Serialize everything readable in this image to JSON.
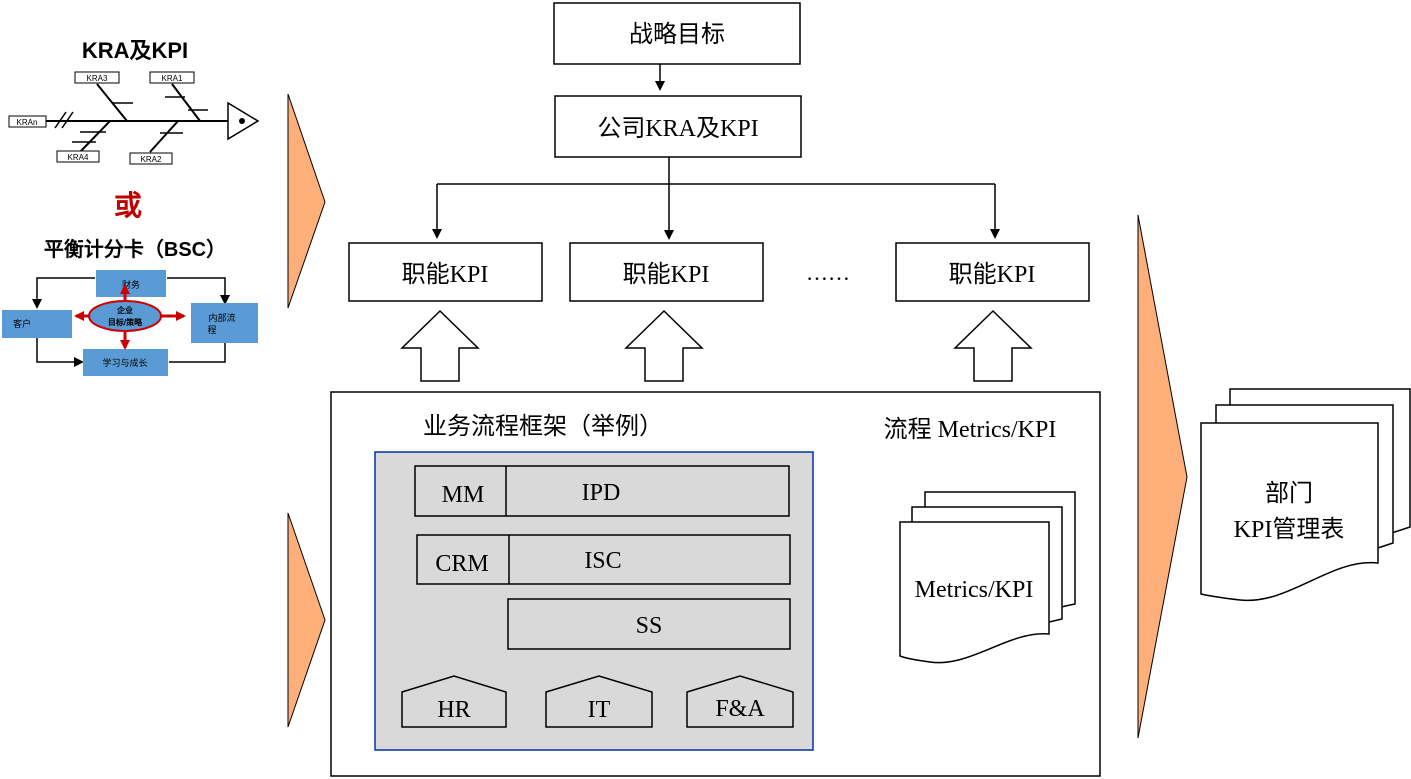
{
  "left_panel": {
    "fishbone_title": "KRA及KPI",
    "kra_labels": [
      "KRA3",
      "KRA1",
      "KRAn",
      "KRA4",
      "KRA2"
    ],
    "or_text": "或",
    "bsc_title": "平衡计分卡（BSC）",
    "bsc": {
      "finance": "财务",
      "customer": "客户",
      "center_line1": "企业",
      "center_line2": "目标/策略",
      "internal_line1": "内部流",
      "internal_line2": "程",
      "learning": "学习与成长"
    }
  },
  "hierarchy": {
    "strategy": "战略目标",
    "company": "公司KRA及KPI",
    "functions": [
      "职能KPI",
      "职能KPI",
      "职能KPI"
    ],
    "ellipsis": "……"
  },
  "process": {
    "framework_title": "业务流程框架（举例）",
    "metrics_title": "流程 Metrics/KPI",
    "rows": [
      {
        "left": "MM",
        "right": "IPD"
      },
      {
        "left": "CRM",
        "right": "ISC"
      }
    ],
    "ss": "SS",
    "supports": [
      "HR",
      "IT",
      "F&A"
    ],
    "metrics_doc": "Metrics/KPI"
  },
  "department": {
    "line1": "部门",
    "line2": "KPI管理表"
  },
  "colors": {
    "arrow_fill": "#FFAF7A",
    "bsc_box": "#5B9BD5",
    "bsc_arrow": "#CC0000",
    "framework_bg": "#D9D9D9",
    "framework_border": "#0033AA",
    "or_red": "#C00000"
  }
}
